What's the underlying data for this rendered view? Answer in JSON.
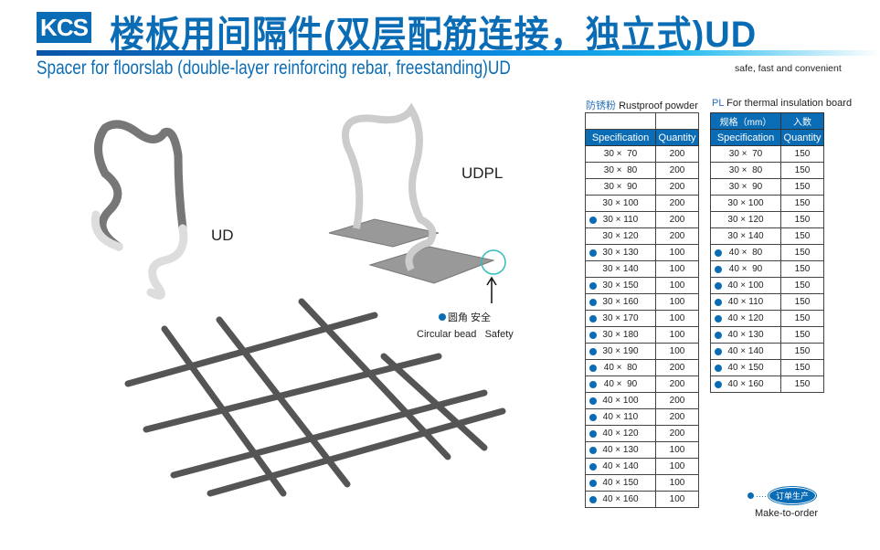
{
  "header": {
    "logo": "KCS",
    "title": "楼板用间隔件(双层配筋连接，独立式)UD",
    "subtitle": "Spacer for floorslab (double-layer reinforcing rebar, freestanding)UD",
    "tagline": "safe, fast and convenient"
  },
  "illustration": {
    "label_ud": "UD",
    "label_udpl": "UDPL",
    "note_cn": "圆角 安全",
    "note_en": "Circular bead   Safety"
  },
  "table_rustproof": {
    "caption_cn": "防锈粉",
    "caption_en": "Rustproof powder",
    "headers": [
      "Specification",
      "Quantity"
    ],
    "rows": [
      {
        "spec": "30 ×  70",
        "qty": "200",
        "made_to_order": false
      },
      {
        "spec": "30 ×  80",
        "qty": "200",
        "made_to_order": false
      },
      {
        "spec": "30 ×  90",
        "qty": "200",
        "made_to_order": false
      },
      {
        "spec": "30 × 100",
        "qty": "200",
        "made_to_order": false
      },
      {
        "spec": "30 × 110",
        "qty": "200",
        "made_to_order": true
      },
      {
        "spec": "30 × 120",
        "qty": "200",
        "made_to_order": false
      },
      {
        "spec": "30 × 130",
        "qty": "100",
        "made_to_order": true
      },
      {
        "spec": "30 × 140",
        "qty": "100",
        "made_to_order": false
      },
      {
        "spec": "30 × 150",
        "qty": "100",
        "made_to_order": true
      },
      {
        "spec": "30 × 160",
        "qty": "100",
        "made_to_order": true
      },
      {
        "spec": "30 × 170",
        "qty": "100",
        "made_to_order": true
      },
      {
        "spec": "30 × 180",
        "qty": "100",
        "made_to_order": true
      },
      {
        "spec": "30 × 190",
        "qty": "100",
        "made_to_order": true
      },
      {
        "spec": "40 ×  80",
        "qty": "200",
        "made_to_order": true
      },
      {
        "spec": "40 ×  90",
        "qty": "200",
        "made_to_order": true
      },
      {
        "spec": "40 × 100",
        "qty": "200",
        "made_to_order": true
      },
      {
        "spec": "40 × 110",
        "qty": "200",
        "made_to_order": true
      },
      {
        "spec": "40 × 120",
        "qty": "200",
        "made_to_order": true
      },
      {
        "spec": "40 × 130",
        "qty": "100",
        "made_to_order": true
      },
      {
        "spec": "40 × 140",
        "qty": "100",
        "made_to_order": true
      },
      {
        "spec": "40 × 150",
        "qty": "100",
        "made_to_order": true
      },
      {
        "spec": "40 × 160",
        "qty": "100",
        "made_to_order": true
      }
    ]
  },
  "table_pl": {
    "caption_prefix": "PL",
    "caption_en": "For thermal insulation board",
    "headers_cn": [
      "规格（mm）",
      "入数"
    ],
    "headers": [
      "Specification",
      "Quantity"
    ],
    "rows": [
      {
        "spec": "30 ×  70",
        "qty": "150",
        "made_to_order": false
      },
      {
        "spec": "30 ×  80",
        "qty": "150",
        "made_to_order": false
      },
      {
        "spec": "30 ×  90",
        "qty": "150",
        "made_to_order": false
      },
      {
        "spec": "30 × 100",
        "qty": "150",
        "made_to_order": false
      },
      {
        "spec": "30 × 120",
        "qty": "150",
        "made_to_order": false
      },
      {
        "spec": "30 × 140",
        "qty": "150",
        "made_to_order": false
      },
      {
        "spec": "40 ×  80",
        "qty": "150",
        "made_to_order": true
      },
      {
        "spec": "40 ×  90",
        "qty": "150",
        "made_to_order": true
      },
      {
        "spec": "40 × 100",
        "qty": "150",
        "made_to_order": true
      },
      {
        "spec": "40 × 110",
        "qty": "150",
        "made_to_order": true
      },
      {
        "spec": "40 × 120",
        "qty": "150",
        "made_to_order": true
      },
      {
        "spec": "40 × 130",
        "qty": "150",
        "made_to_order": true
      },
      {
        "spec": "40 × 140",
        "qty": "150",
        "made_to_order": true
      },
      {
        "spec": "40 × 150",
        "qty": "150",
        "made_to_order": true
      },
      {
        "spec": "40 × 160",
        "qty": "150",
        "made_to_order": true
      }
    ]
  },
  "legend": {
    "badge": "订单生产",
    "label": "Make-to-order"
  },
  "colors": {
    "brand": "#0a6cb5"
  }
}
